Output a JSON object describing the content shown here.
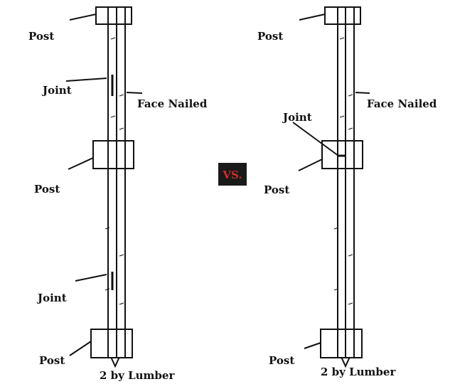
{
  "left_panel": {
    "post_top": "Post",
    "joint_upper": "Joint",
    "face_nailed": "Face Nailed",
    "post_middle": "Post",
    "joint_lower": "Joint",
    "post_bottom": "Post",
    "lumber": "2 by Lumber"
  },
  "right_panel": {
    "post_top": "Post",
    "face_nailed": "Face Nailed",
    "joint": "Joint",
    "post_middle": "Post",
    "post_bottom": "Post",
    "lumber": "2 by Lumber"
  },
  "vs_badge": {
    "label": "VS.",
    "background": "#1a1a1a",
    "text_color": "#d42a2a"
  }
}
